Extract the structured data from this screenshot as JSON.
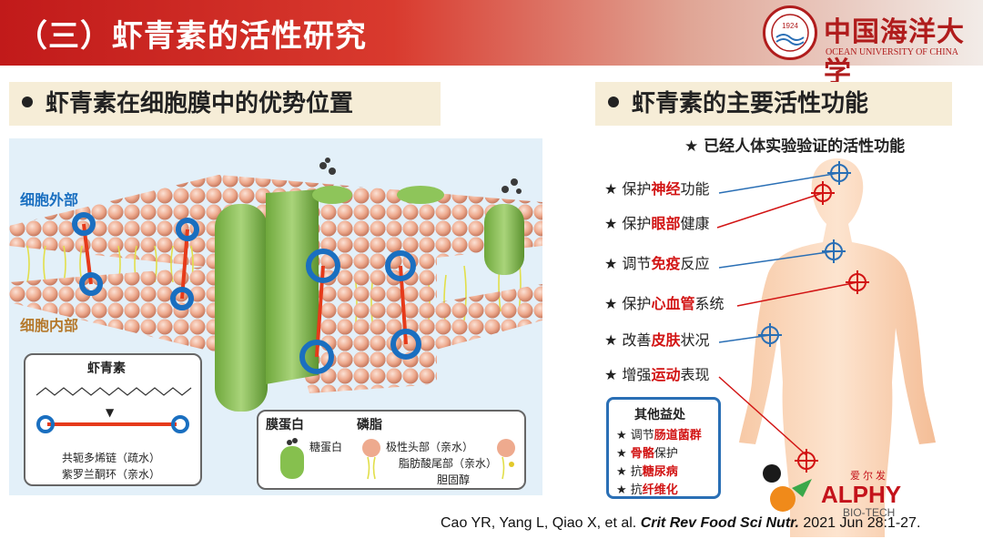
{
  "header": {
    "title": "（三）虾青素的活性研究",
    "university_cn": "中国海洋大学",
    "university_en": "OCEAN UNIVERSITY OF CHINA"
  },
  "left": {
    "heading": "虾青素在细胞膜中的优势位置",
    "outside_label": "细胞外部",
    "inside_label": "细胞内部",
    "molecule_box": {
      "title": "虾青素",
      "label_chain": "共轭多烯链（疏水）",
      "label_ring": "紫罗兰酮环（亲水）"
    },
    "legend": {
      "protein_title": "膜蛋白",
      "glycoprotein": "糖蛋白",
      "lipid_title": "磷脂",
      "head": "极性头部（亲水）",
      "tail": "脂肪酸尾部（亲水）",
      "cholesterol": "胆固醇"
    }
  },
  "right": {
    "heading": "虾青素的主要活性功能",
    "subheading": "★ 已经人体实验验证的活性功能",
    "functions": [
      {
        "prefix": "★ 保护",
        "key": "神经",
        "suffix": "功能"
      },
      {
        "prefix": "★ 保护",
        "key": "眼部",
        "suffix": "健康"
      },
      {
        "prefix": "★ 调节",
        "key": "免疫",
        "suffix": "反应"
      },
      {
        "prefix": "★ 保护",
        "key": "心血管",
        "suffix": "系统"
      },
      {
        "prefix": "★ 改善",
        "key": "皮肤",
        "suffix": "状况"
      },
      {
        "prefix": "★ 增强",
        "key": "运动",
        "suffix": "表现"
      }
    ],
    "other_title": "其他益处",
    "other": [
      {
        "prefix": "★ 调节",
        "key": "肠道菌群",
        "suffix": ""
      },
      {
        "prefix": "★ ",
        "key": "骨骼",
        "suffix": "保护"
      },
      {
        "prefix": "★ 抗",
        "key": "糖尿病",
        "suffix": ""
      },
      {
        "prefix": "★ 抗",
        "key": "纤维化",
        "suffix": ""
      }
    ]
  },
  "citation": {
    "authors": "Cao YR, Yang L, Qiao X, et al.",
    "journal": "Crit Rev Food Sci Nutr.",
    "rest": "2021 Jun 28:1-27."
  },
  "watermark": {
    "brand": "ALPHY",
    "sub": "BIO-TECH",
    "cn": "爱尔发"
  }
}
